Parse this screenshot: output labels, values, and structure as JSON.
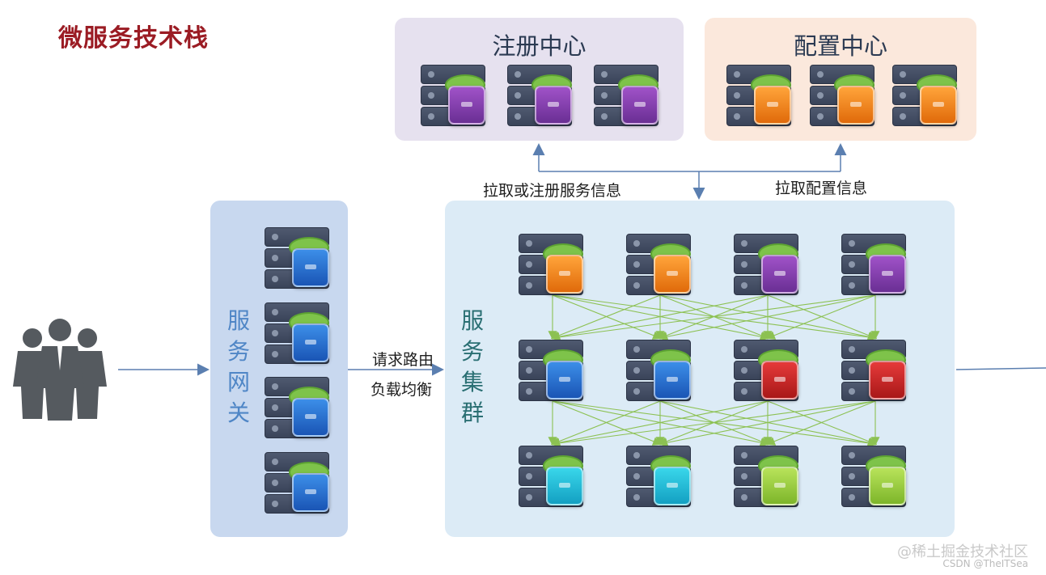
{
  "title": "微服务技术栈",
  "registry": {
    "title": "注册中心",
    "servers": [
      "purple",
      "purple",
      "purple"
    ]
  },
  "config": {
    "title": "配置中心",
    "servers": [
      "orange",
      "orange",
      "orange"
    ]
  },
  "gateway": {
    "label": "服务网关",
    "servers": [
      "blue",
      "blue",
      "blue",
      "blue"
    ]
  },
  "cluster": {
    "label": "服务集群",
    "rows": [
      [
        "orange",
        "orange",
        "purple",
        "purple"
      ],
      [
        "blue",
        "blue",
        "red",
        "red"
      ],
      [
        "cyan",
        "cyan",
        "lime",
        "lime"
      ]
    ]
  },
  "notes": {
    "pull_register": "拉取或注册服务信息",
    "pull_config": "拉取配置信息",
    "routing": "请求路由",
    "load_balance": "负载均衡"
  },
  "watermark": {
    "line1": "@稀土掘金技术社区",
    "line2": "CSDN @TheITSea"
  },
  "colors": {
    "title": "#9b1c24",
    "arrow": "#5b7fb0",
    "mesh": "#8cc152",
    "purple": "#7a3aa8",
    "orange": "#f08a1c",
    "blue": "#2a6fd0",
    "red": "#c72424",
    "cyan": "#22b8d6",
    "lime": "#98cc3c"
  }
}
